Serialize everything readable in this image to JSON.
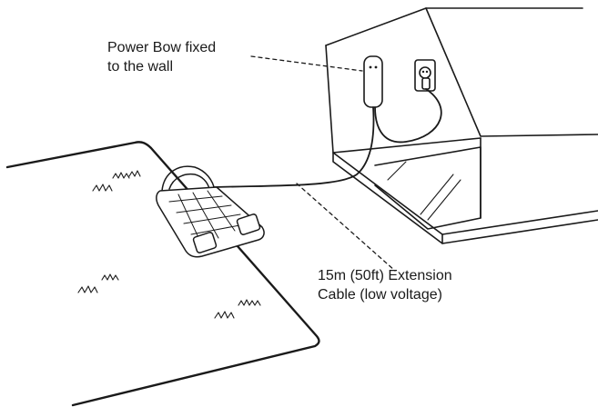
{
  "callouts": {
    "power_bow": {
      "line1": "Power Bow fixed",
      "line2": "to the wall"
    },
    "extension_cable": {
      "line1": "15m (50ft) Extension",
      "line2": "Cable (low voltage)"
    }
  },
  "colors": {
    "ink": "#1a1a1a",
    "background": "#ffffff"
  }
}
